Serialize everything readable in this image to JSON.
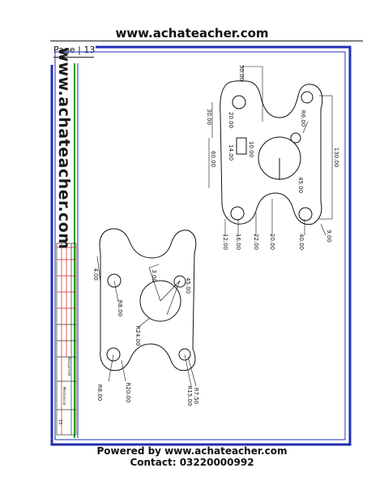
{
  "header": {
    "site": "www.achateacher.com",
    "page_label": "Page | 13"
  },
  "watermark": {
    "text": "www.achateacher.com"
  },
  "drawing_top": {
    "dims": [
      "50.00",
      "20.00",
      "R6.00",
      "10.00",
      "14.00",
      "30.00",
      "60.00",
      "130.00",
      "45.00",
      "12.00",
      "16.00",
      "22.00",
      "20.00",
      "40.00",
      "9.00"
    ]
  },
  "drawing_bottom": {
    "dims": [
      "4.00",
      "3.00",
      "45.00",
      "R8.00",
      "R24.00",
      "R8.00",
      "R20.00",
      "R7.50",
      "R15.00"
    ]
  },
  "title_block": {
    "subject": "Assignment",
    "dept": "Mechanical",
    "sheet": "13"
  },
  "footer": {
    "powered": "Powered by www.achateacher.com",
    "contact": "Contact:  03220000992"
  },
  "colors": {
    "frame_blue": "#1f2fb0",
    "frame_green": "#1aa01a",
    "title_red": "#d42020"
  }
}
